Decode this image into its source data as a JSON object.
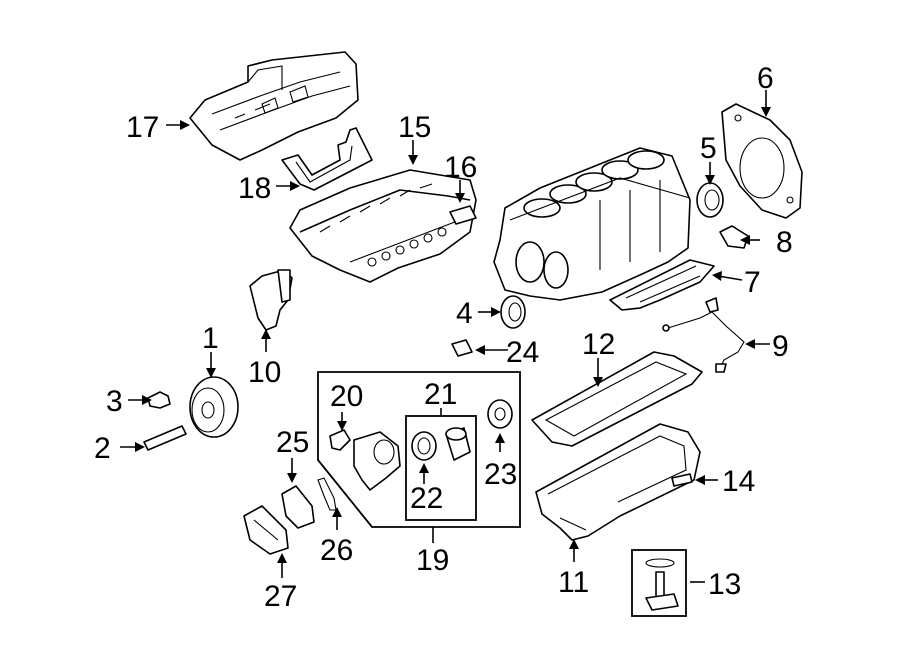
{
  "diagram": {
    "callouts": [
      {
        "id": "1",
        "text": "1"
      },
      {
        "id": "2",
        "text": "2"
      },
      {
        "id": "3",
        "text": "3"
      },
      {
        "id": "4",
        "text": "4"
      },
      {
        "id": "5",
        "text": "5"
      },
      {
        "id": "6",
        "text": "6"
      },
      {
        "id": "7",
        "text": "7"
      },
      {
        "id": "8",
        "text": "8"
      },
      {
        "id": "9",
        "text": "9"
      },
      {
        "id": "10",
        "text": "10"
      },
      {
        "id": "11",
        "text": "11"
      },
      {
        "id": "12",
        "text": "12"
      },
      {
        "id": "13",
        "text": "13"
      },
      {
        "id": "14",
        "text": "14"
      },
      {
        "id": "15",
        "text": "15"
      },
      {
        "id": "16",
        "text": "16"
      },
      {
        "id": "17",
        "text": "17"
      },
      {
        "id": "18",
        "text": "18"
      },
      {
        "id": "19",
        "text": "19"
      },
      {
        "id": "20",
        "text": "20"
      },
      {
        "id": "21",
        "text": "21"
      },
      {
        "id": "22",
        "text": "22"
      },
      {
        "id": "23",
        "text": "23"
      },
      {
        "id": "24",
        "text": "24"
      },
      {
        "id": "25",
        "text": "25"
      },
      {
        "id": "26",
        "text": "26"
      },
      {
        "id": "27",
        "text": "27"
      }
    ],
    "colors": {
      "line": "#000000",
      "background": "#ffffff",
      "shade": "#e6e6e6"
    }
  }
}
